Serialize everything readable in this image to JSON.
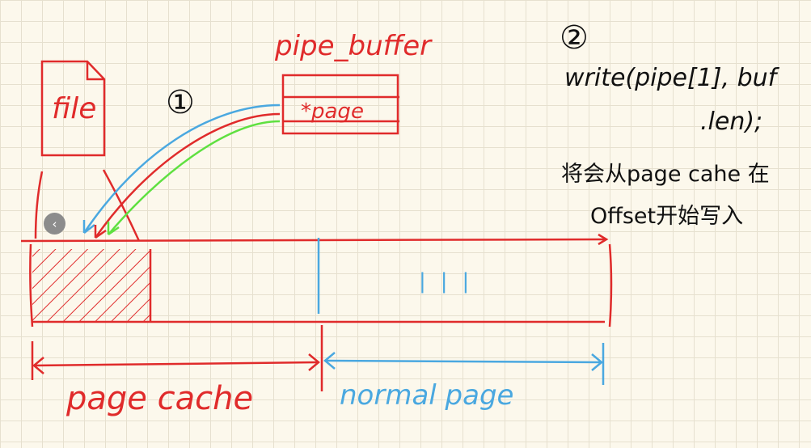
{
  "labels": {
    "file": "file",
    "pipe_buffer": "pipe_buffer",
    "page_field": "*page",
    "marker_1": "①",
    "marker_2": "②",
    "write_call_line1": "write(pipe[1], buf",
    "write_call_line2": ".len);",
    "note_line1": "将会从page cahe 在",
    "note_line2": "Offset开始写入",
    "page_cache": "page cache",
    "normal_page": "normal page",
    "ellipsis": "|||"
  },
  "nav": {
    "prev_glyph": "‹"
  },
  "colors": {
    "red": "#e02b2b",
    "blue": "#4aa8e0",
    "green": "#5fe040",
    "ink": "#111111",
    "background": "#fcf8ec"
  }
}
